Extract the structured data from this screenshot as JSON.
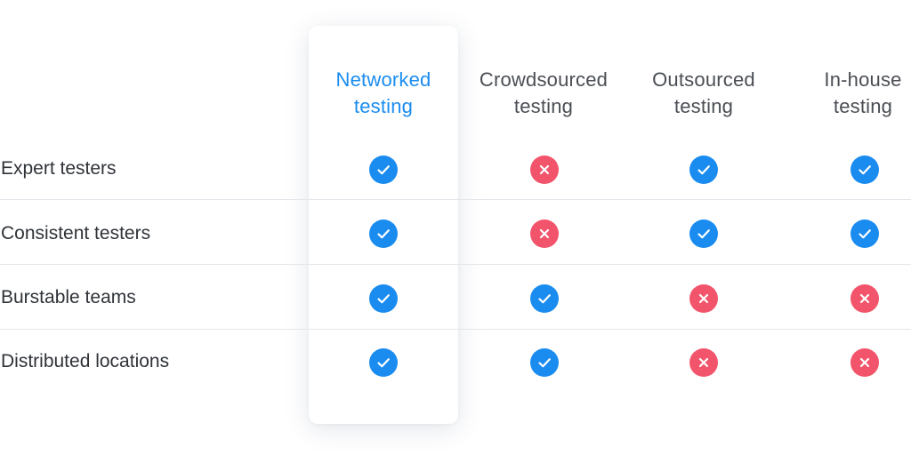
{
  "columns": [
    {
      "line1": "Networked",
      "line2": "testing",
      "featured": true
    },
    {
      "line1": "Crowdsourced",
      "line2": "testing",
      "featured": false
    },
    {
      "line1": "Outsourced",
      "line2": "testing",
      "featured": false
    },
    {
      "line1": "In-house",
      "line2": "testing",
      "featured": false
    }
  ],
  "rows": [
    {
      "label": "Expert testers",
      "values": [
        "check",
        "cross",
        "check",
        "check"
      ]
    },
    {
      "label": "Consistent testers",
      "values": [
        "check",
        "cross",
        "check",
        "check"
      ]
    },
    {
      "label": "Burstable teams",
      "values": [
        "check",
        "check",
        "cross",
        "cross"
      ]
    },
    {
      "label": "Distributed locations",
      "values": [
        "check",
        "check",
        "cross",
        "cross"
      ]
    }
  ],
  "colors": {
    "check": "#1a8cf0",
    "cross": "#f2546b",
    "featured_header": "#1a8cf0"
  },
  "icons": {
    "check": "check-icon",
    "cross": "cross-icon"
  }
}
